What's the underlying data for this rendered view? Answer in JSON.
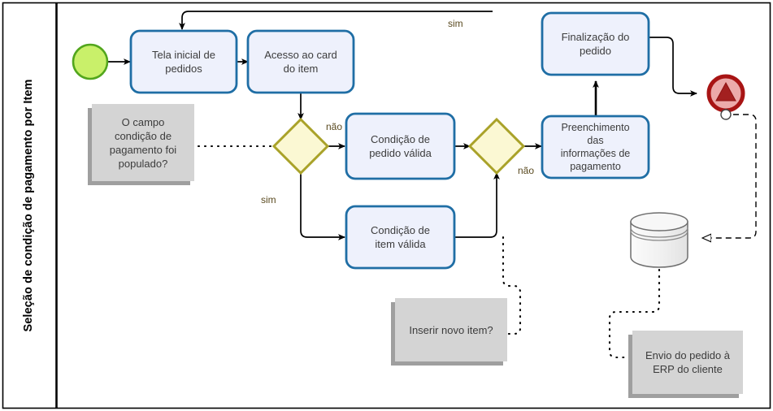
{
  "diagram": {
    "type": "bpmn-flowchart",
    "lane": {
      "title": "Seleção de condição de pagamento por Item"
    },
    "colors": {
      "task_fill": "#eef1fc",
      "task_stroke": "#1f6ea5",
      "gateway_fill": "#fbf8d3",
      "gateway_stroke": "#a9a229",
      "start_fill": "#c9f06a",
      "start_stroke": "#52a61d",
      "end_fill": "#ecaaaa",
      "end_stroke": "#a81414",
      "annotation_fill": "#d4d4d4",
      "annotation_shadow": "#9a9a9a",
      "datastore_fill": "#f2f2f2",
      "datastore_stroke": "#7a7a7a",
      "flow_stroke": "#000000",
      "label_text": "#3c3c3c"
    },
    "nodes": [
      {
        "id": "start",
        "kind": "start-event",
        "label": ""
      },
      {
        "id": "tela",
        "kind": "task",
        "label": "Tela inicial de\npedidos"
      },
      {
        "id": "acesso",
        "kind": "task",
        "label": "Acesso ao card\ndo item"
      },
      {
        "id": "gw1",
        "kind": "gateway",
        "label": ""
      },
      {
        "id": "cond_pedido",
        "kind": "task",
        "label": "Condição de\npedido válida"
      },
      {
        "id": "cond_item",
        "kind": "task",
        "label": "Condição de\nitem válida"
      },
      {
        "id": "gw2",
        "kind": "gateway",
        "label": ""
      },
      {
        "id": "preench",
        "kind": "task",
        "label": "Preenchimento\ndas\ninformações de\npagamento"
      },
      {
        "id": "final",
        "kind": "task",
        "label": "Finalização do\npedido"
      },
      {
        "id": "end",
        "kind": "end-event",
        "label": ""
      },
      {
        "id": "datastore",
        "kind": "data-store",
        "label": ""
      },
      {
        "id": "annot_campo",
        "kind": "annotation",
        "label": "O campo\ncondição de\npagamento foi\npopulado?"
      },
      {
        "id": "annot_item",
        "kind": "annotation",
        "label": "Inserir novo item?"
      },
      {
        "id": "annot_erp",
        "kind": "annotation",
        "label": "Envio do pedido à\nERP do cliente"
      }
    ],
    "edge_labels": {
      "gw1_nao": "não",
      "gw1_sim": "sim",
      "gw2_nao": "não",
      "loop_sim": "sim"
    }
  }
}
